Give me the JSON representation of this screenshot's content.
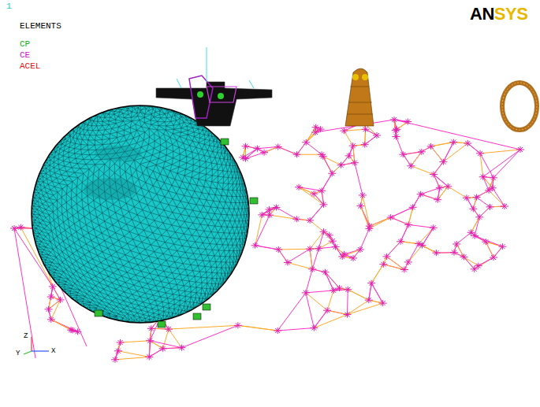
{
  "diagram": {
    "labels": [
      "1",
      "ELEMENTS",
      "CP",
      "CE",
      "ACEL",
      "AN",
      "SYS",
      "Z",
      "Y",
      "X"
    ]
  }
}
